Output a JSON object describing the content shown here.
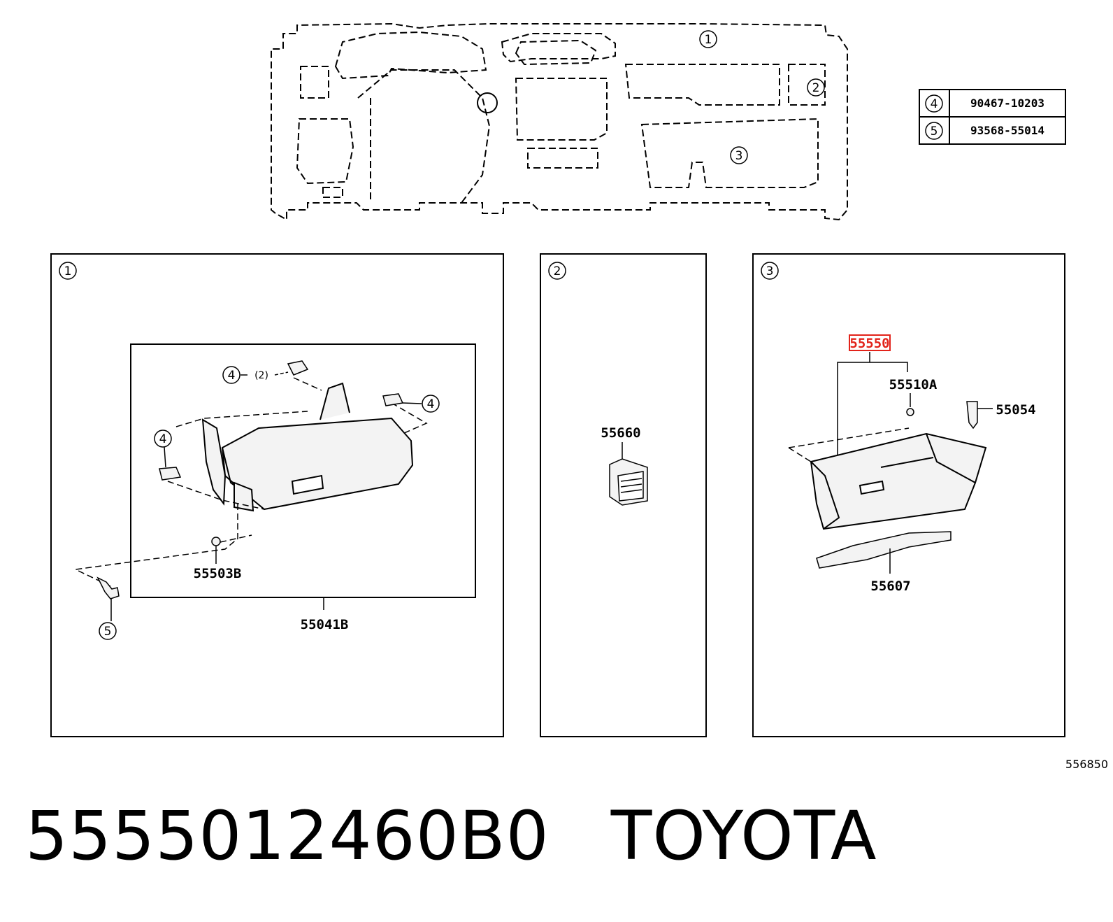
{
  "callouts": {
    "c1": "1",
    "c2": "2",
    "c3": "3",
    "c4": "4",
    "c5": "5"
  },
  "parts_table": [
    {
      "ref": "4",
      "part": "90467-10203"
    },
    {
      "ref": "5",
      "part": "93568-55014"
    }
  ],
  "panel1": {
    "qty_note": "(2)",
    "part_bracket_clip": "55503B",
    "part_assembly": "55041B"
  },
  "panel2": {
    "part_vent": "55660"
  },
  "panel3": {
    "part_highlighted": "55550",
    "part_damper": "55510A",
    "part_cushion": "55054",
    "part_bracket": "55607"
  },
  "figure_code": "556850",
  "footer": {
    "part_number": "5555012460B0",
    "brand": "TOYOTA"
  },
  "colors": {
    "line": "#000000",
    "highlight": "#e2231a",
    "part_fill": "#f3f3f3"
  }
}
